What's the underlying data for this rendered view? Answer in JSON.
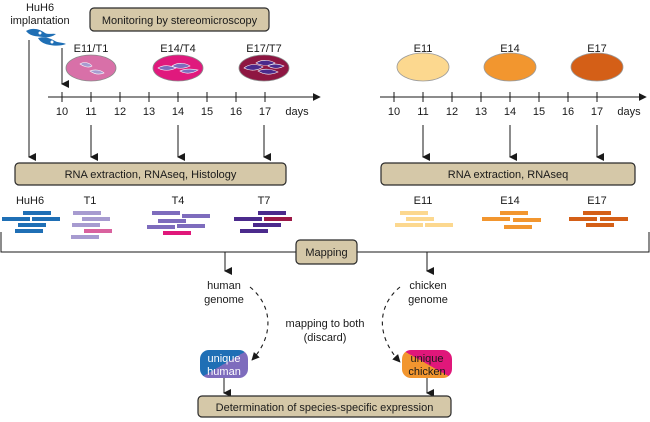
{
  "colors": {
    "box_fill": "#d5c8a8",
    "box_stroke": "#2a2a2a",
    "huh6": "#1f6fb5",
    "t1": "#a79bd0",
    "t1_accent": "#d9629f",
    "t4": "#7e6cbd",
    "t4_accent": "#e0177a",
    "t7": "#4b2a8c",
    "t7_accent": "#9c1846",
    "e11": "#fcd88f",
    "e14": "#f2962f",
    "e17": "#d45f17",
    "egg_t1": "#d870a8",
    "egg_t4": "#e0197d",
    "egg_t7": "#8e1642",
    "pill_human_left": "#1f6fb5",
    "pill_human_right": "#7e6cbd",
    "pill_chicken_left": "#f2962f",
    "pill_chicken_right": "#e0177a"
  },
  "left": {
    "implantation_label_line1": "HuH6",
    "implantation_label_line2": "implantation",
    "monitoring_box": "Monitoring by stereomicroscopy",
    "timepoints": [
      "E11/T1",
      "E14/T4",
      "E17/T7"
    ],
    "axis_ticks": [
      "10",
      "11",
      "12",
      "13",
      "14",
      "15",
      "16",
      "17"
    ],
    "axis_unit": "days",
    "process_box": "RNA extraction, RNAseq, Histology",
    "samples": [
      "HuH6",
      "T1",
      "T4",
      "T7"
    ]
  },
  "right": {
    "timepoints": [
      "E11",
      "E14",
      "E17"
    ],
    "axis_ticks": [
      "10",
      "11",
      "12",
      "13",
      "14",
      "15",
      "16",
      "17"
    ],
    "axis_unit": "days",
    "process_box": "RNA extraction, RNAseq",
    "samples": [
      "E11",
      "E14",
      "E17"
    ]
  },
  "mapping": {
    "box": "Mapping",
    "human_genome_line1": "human",
    "human_genome_line2": "genome",
    "chicken_genome_line1": "chicken",
    "chicken_genome_line2": "genome",
    "both_line1": "mapping to both",
    "both_line2": "(discard)",
    "unique_human_line1": "unique",
    "unique_human_line2": "human",
    "unique_chicken_line1": "unique",
    "unique_chicken_line2": "chicken",
    "final_box": "Determination of species-specific expression"
  }
}
